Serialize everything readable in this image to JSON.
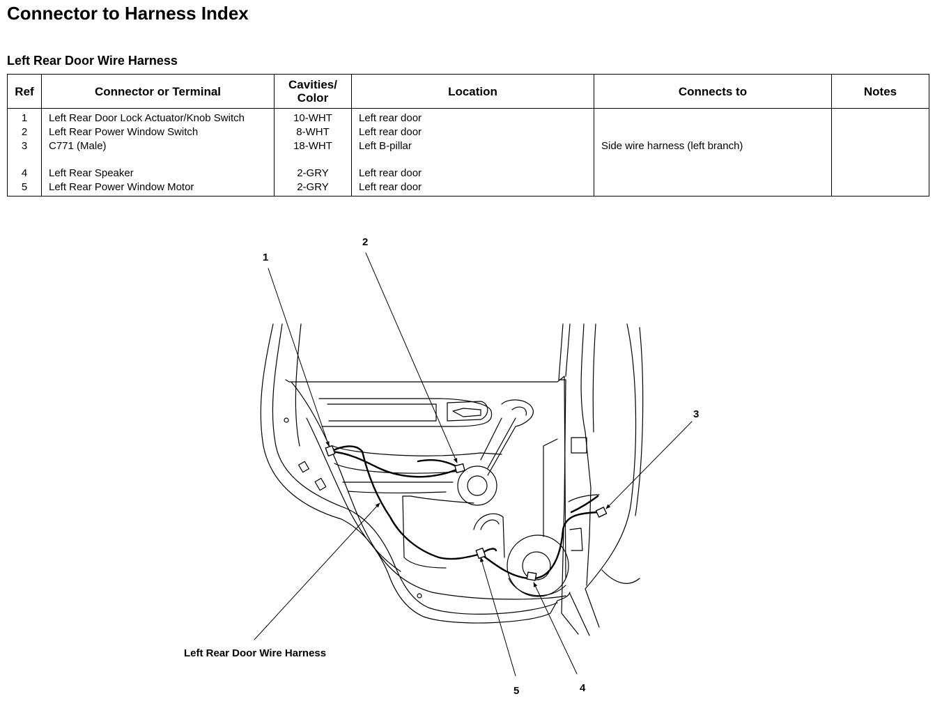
{
  "title": "Connector to Harness Index",
  "section_title": "Left Rear Door Wire Harness",
  "table": {
    "headers": {
      "ref": "Ref",
      "connector": "Connector or Terminal",
      "cavities_line1": "Cavities/",
      "cavities_line2": "Color",
      "location": "Location",
      "connects_to": "Connects to",
      "notes": "Notes"
    },
    "rows": [
      {
        "ref": "1",
        "connector": "Left Rear Door Lock Actuator/Knob Switch",
        "cavities": "10-WHT",
        "location": "Left rear door",
        "connects_to": "",
        "notes": ""
      },
      {
        "ref": "2",
        "connector": "Left Rear Power Window Switch",
        "cavities": "8-WHT",
        "location": "Left rear door",
        "connects_to": "",
        "notes": ""
      },
      {
        "ref": "3",
        "connector": "C771 (Male)",
        "cavities": "18-WHT",
        "location": "Left B-pillar",
        "connects_to": "Side wire harness (left branch)",
        "notes": ""
      },
      {
        "ref": "4",
        "connector": "Left Rear Speaker",
        "cavities": "2-GRY",
        "location": "Left rear door",
        "connects_to": "",
        "notes": ""
      },
      {
        "ref": "5",
        "connector": "Left Rear Power Window Motor",
        "cavities": "2-GRY",
        "location": "Left rear door",
        "connects_to": "",
        "notes": ""
      }
    ]
  },
  "diagram": {
    "callouts": {
      "c1": "1",
      "c2": "2",
      "c3": "3",
      "c4": "4",
      "c5": "5"
    },
    "harness_label": "Left Rear Door Wire Harness"
  }
}
